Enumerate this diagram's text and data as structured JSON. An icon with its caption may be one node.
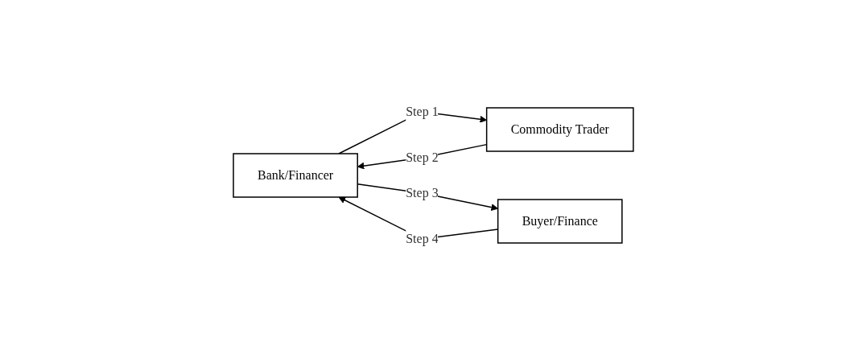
{
  "diagram": {
    "nodes": [
      {
        "text": [
          "Bank/Financer"
        ]
      },
      {
        "text": [
          "Buyer/Finance"
        ]
      },
      {
        "text": [
          "Commodity Trader"
        ]
      }
    ],
    "edges": [
      {
        "from": 0,
        "to": 2,
        "arrow": "to",
        "label": "Step 1"
      },
      {
        "from": 2,
        "to": 0,
        "arrow": "to",
        "label": "Step 2"
      },
      {
        "from": 0,
        "to": 1,
        "arrow": "to",
        "label": "Step 3"
      },
      {
        "from": 1,
        "to": 0,
        "arrow": "to",
        "label": "Step 4"
      }
    ]
  }
}
